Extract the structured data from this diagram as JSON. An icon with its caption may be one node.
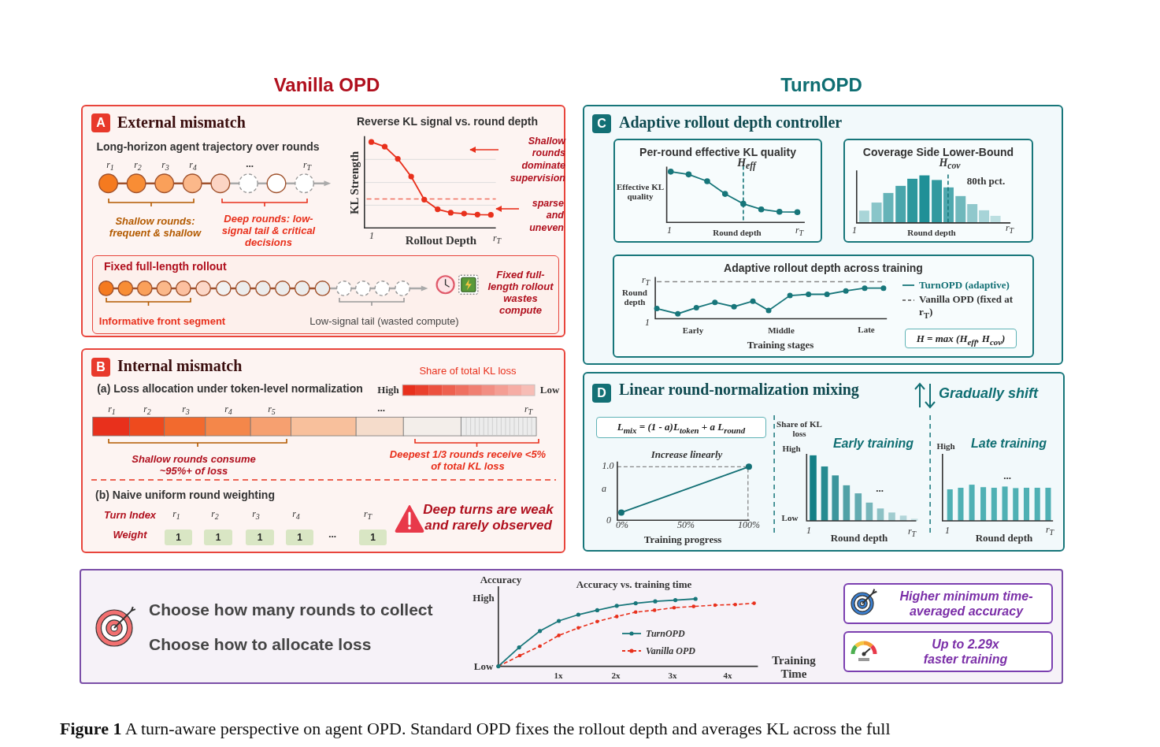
{
  "diagram": {
    "caption": "**Figure 1** A turn-aware perspective on agent OPD. Standard OPD fixes the rollout depth and averages KL across the full",
    "nodes": [
      {
        "text": [
          "External mismatch"
        ]
      },
      {
        "text": [
          "A"
        ],
        "in": 0
      },
      {
        "text": [
          "Fixed full-length rollout"
        ],
        "in": 0
      },
      {
        "text": [
          "Shallow rounds dominate supervision"
        ],
        "in": 0
      },
      {
        "text": [
          "sparse and uneven"
        ],
        "in": 0
      },
      {
        "text": [
          "Internal mismatch"
        ]
      },
      {
        "text": [
          "B"
        ],
        "in": 5
      },
      {
        "text": [
          "1"
        ],
        "in": 5
      },
      {
        "text": [
          "1"
        ],
        "in": 5
      },
      {
        "text": [
          "1"
        ],
        "in": 5
      },
      {
        "text": [
          "1"
        ],
        "in": 5
      },
      {
        "text": [
          "1"
        ],
        "in": 5
      },
      {
        "text": [
          "Adaptive rollout depth controller"
        ]
      },
      {
        "text": [
          "C"
        ],
        "in": 12
      },
      {
        "text": [
          "Per-round effective KL quality"
        ],
        "in": 12
      },
      {
        "text": [
          "Coverage Side Lower-Bound"
        ],
        "in": 12
      },
      {
        "text": [
          "Adaptive rollout depth across training"
        ],
        "in": 12
      },
      {
        "text": [
          "H = max (H$_{eff}$, H$_{cov}$)"
        ],
        "in": 16
      },
      {
        "text": [
          "Linear round-normalization mixing"
        ]
      },
      {
        "text": [
          "D"
        ],
        "in": 18
      },
      {
        "text": [
          "L$_{mix}$ = (1 - a)L$_{token}$ + a L$_{round}$"
        ],
        "in": 18
      },
      {
        "text": [
          "Choose **how many** rounds to collect",
          "Choose **how** to allocate loss"
        ]
      },
      {
        "text": [
          "Higher minimum time-averaged accuracy"
        ],
        "in": 21
      },
      {
        "text": [
          "Up to 2.29x faster training"
        ],
        "in": 21
      },
      {
        "text": [],
        "shape": "chart",
        "in": 0
      }
    ],
    "edges": [
      {
        "from": 3,
        "to": 24,
        "arrow": "to"
      },
      {
        "from": 4,
        "to": 24,
        "arrow": "to"
      }
    ],
    "labels": [
      "Vanilla OPD",
      "TurnOPD",
      "Reverse KL signal vs. round depth",
      "Long-horizon agent trajectory over rounds",
      "r$_{1}$",
      "r$_{2}$",
      "r$_{3}$",
      "r$_{4}$",
      "...",
      "r$_{T}$",
      "Shallow rounds: frequent & shallow",
      "Deep rounds: low-signal tail & critical decisions",
      "KL Strength",
      "1",
      "Rollout Depth",
      "r$_{T}$",
      "Informative front segment",
      "Low-signal tail (wasted compute)",
      "Fixed full-length rollout wastes compute",
      "Share of total KL loss",
      "(a) Loss allocation under token-level normalization",
      "High",
      "Low",
      "r$_{1}$",
      "r$_{2}$",
      "r$_{3}$",
      "r$_{4}$",
      "r$_{5}$",
      "...",
      "r$_{T}$",
      "Shallow rounds consume ~95%+ of loss",
      "Deepest 1/3 rounds receive <5% of total KL loss",
      "(b) Naive uniform round weighting",
      "Turn Index",
      "r$_{1}$",
      "r$_{2}$",
      "r$_{3}$",
      "r$_{4}$",
      "r$_{T}$",
      "Weight",
      "...",
      "Deep turns are weak and rarely observed",
      "Effective KL quality",
      "H$_{eff}$",
      "1",
      "Round depth",
      "r$_{T}$",
      "H$_{cov}$",
      "80th pct.",
      "1",
      "Round depth",
      "r$_{T}$",
      "r$_{T}$",
      "Round depth",
      "1",
      "Early",
      "Middle",
      "Late",
      "Training stages",
      "Gradually shift",
      "Increase linearly",
      "1.0",
      "a",
      "0",
      "0%",
      "50%",
      "100%",
      "Training progress",
      "Share of KL loss",
      "High",
      "Early training",
      "Low",
      "...",
      "1",
      "r$_{T}$",
      "Round depth",
      "High",
      "Late training",
      "...",
      "1",
      "r$_{T}$",
      "Round depth",
      "Accuracy",
      "Accuracy vs. training time",
      "High",
      "Low",
      "1x",
      "2x",
      "3x",
      "4x",
      "Training Time"
    ],
    "legend": [
      {
        "text": "TurnOPD (adaptive)"
      },
      {
        "text": "Vanilla OPD (fixed at r$_{T}$)"
      },
      {
        "text": "TurnOPD"
      },
      {
        "text": "Vanilla OPD"
      }
    ]
  }
}
